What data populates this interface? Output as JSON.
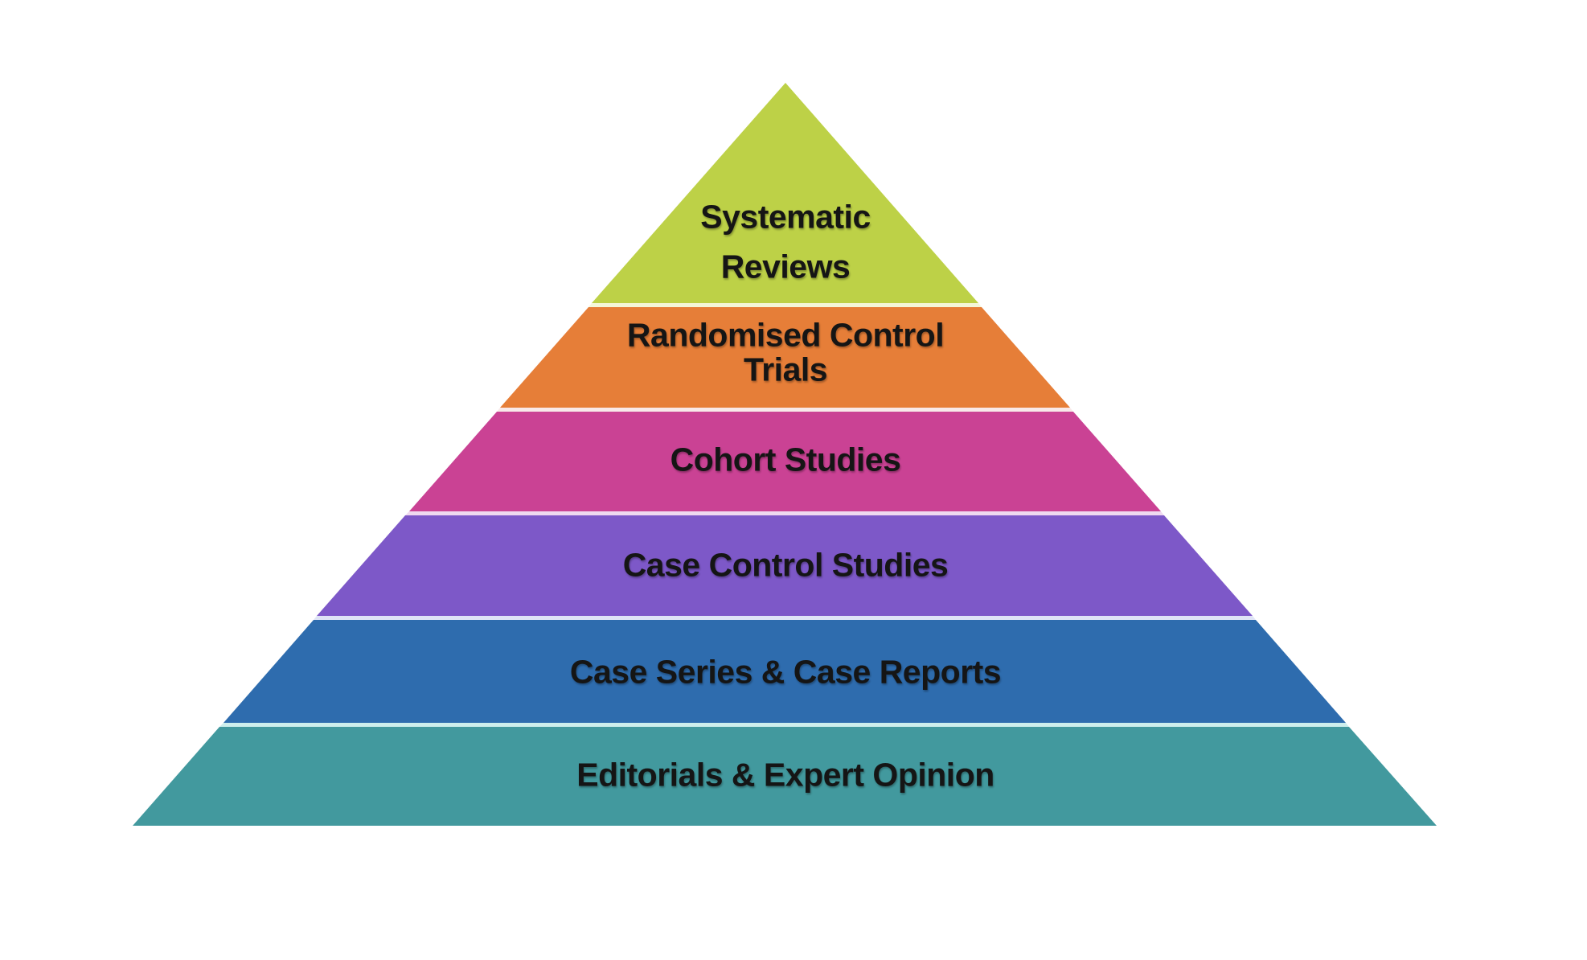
{
  "diagram": {
    "layers": [
      {
        "label": "Systematic Reviews",
        "lines": [
          "Systematic",
          "Reviews"
        ],
        "color": "#bdd147"
      },
      {
        "label": "Randomised Control Trials",
        "lines": [
          "Randomised Control",
          "Trials"
        ],
        "color": "#e67e38"
      },
      {
        "label": "Cohort Studies",
        "lines": [
          "Cohort Studies"
        ],
        "color": "#ca4294"
      },
      {
        "label": "Case Control Studies",
        "lines": [
          "Case Control Studies"
        ],
        "color": "#7d58c8"
      },
      {
        "label": "Case Series & Case Reports",
        "lines": [
          "Case Series & Case Reports"
        ],
        "color": "#2e6cae"
      },
      {
        "label": "Editorials & Expert Opinion",
        "lines": [
          "Editorials & Expert Opinion"
        ],
        "color": "#42999e"
      }
    ],
    "separators": [
      {
        "color": "#f4f7d8"
      },
      {
        "color": "#f8e9e9"
      },
      {
        "color": "#efd9f0"
      },
      {
        "color": "#dfe4f6"
      },
      {
        "color": "#cdeeec"
      }
    ],
    "background_color": "#ffffff",
    "text_color": "#151515"
  }
}
